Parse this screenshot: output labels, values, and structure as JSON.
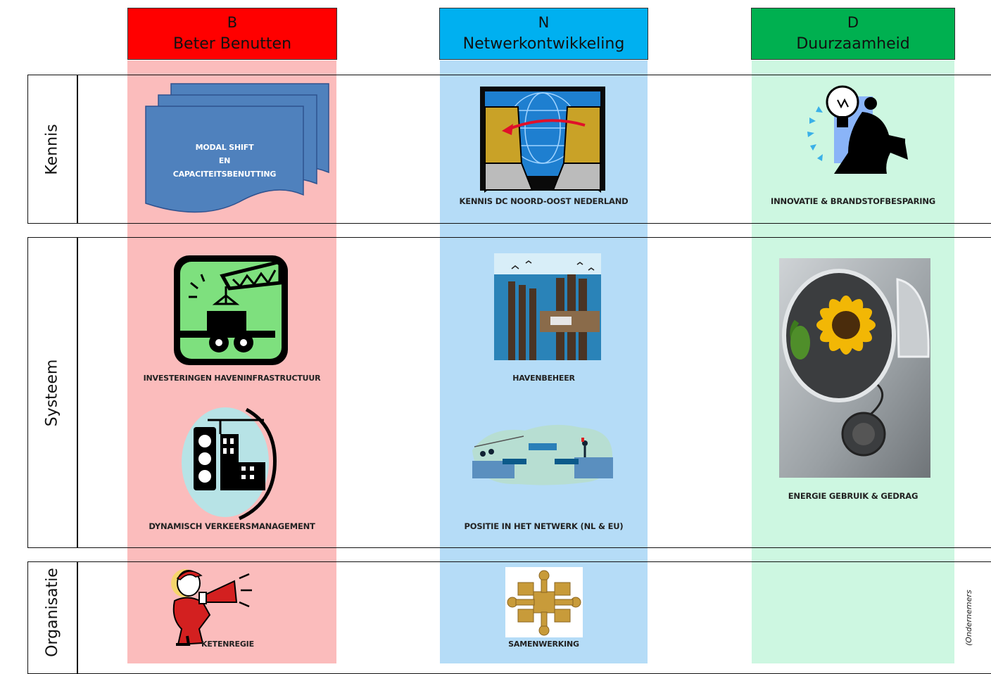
{
  "colors": {
    "b_header": "#ff0000",
    "b_band": "#fbbcbc",
    "n_header": "#00b0f0",
    "n_band": "#b5dcf7",
    "d_header": "#00b050",
    "d_band": "#cdf7e1"
  },
  "columns": [
    {
      "letter": "B",
      "name": "Beter Benutten"
    },
    {
      "letter": "N",
      "name": "Netwerkontwikkeling"
    },
    {
      "letter": "D",
      "name": "Duurzaamheid"
    }
  ],
  "rows": {
    "kennis": "Kennis",
    "systeem": "Systeem",
    "organisatie": "Organisatie"
  },
  "cells": {
    "modal_shift": {
      "line1": "MODAL SHIFT",
      "line2": "EN",
      "line3": "CAPACITEITSBENUTTING"
    },
    "kennis_dc": "KENNIS DC NOORD-OOST NEDERLAND",
    "innovatie": "INNOVATIE & BRANDSTOFBESPARING",
    "investeringen": "INVESTERINGEN HAVENINFRASTRUCTUUR",
    "havenbeheer": "HAVENBEHEER",
    "energie": "ENERGIE GEBRUIK & GEDRAG",
    "dynamisch": "DYNAMISCH VERKEERSMANAGEMENT",
    "positie": "POSITIE IN HET NETWERK (NL & EU)",
    "ketenregie": "KETENREGIE",
    "samenwerking": "SAMENWERKING"
  },
  "side_notes": {
    "organisatie": "(Ondernemers"
  },
  "icons": {
    "documents": "stacked-documents-icon",
    "computers": "networked-computers-globe-icon",
    "lightbulb": "businessman-lightbulb-icon",
    "crane": "crane-truck-icon",
    "harbor": "harbor-pier-birds-image",
    "fuel": "sunflower-fuel-cap-image",
    "traffic": "traffic-light-city-icon",
    "bridge": "bridge-network-people-image",
    "megaphone": "person-megaphone-icon",
    "cooperation": "people-puzzle-cooperation-image"
  }
}
